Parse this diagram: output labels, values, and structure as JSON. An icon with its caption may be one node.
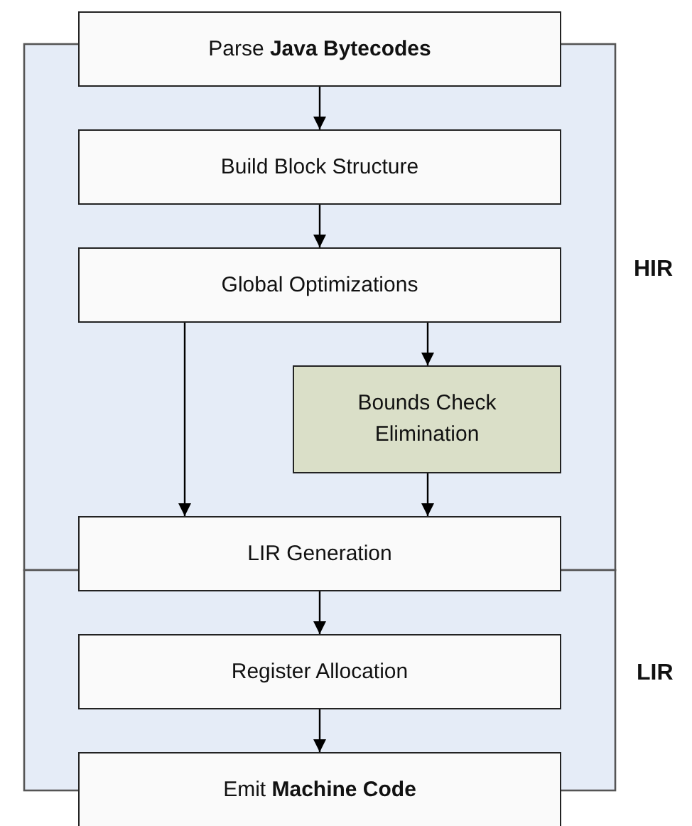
{
  "diagram": {
    "nodes": [
      {
        "text": [
          "Parse **Java Bytecodes**"
        ]
      },
      {
        "text": [
          "Build Block Structure"
        ]
      },
      {
        "text": [
          "Global Optimizations"
        ]
      },
      {
        "text": [
          "Bounds Check Elimination"
        ]
      },
      {
        "text": [
          "LIR Generation"
        ]
      },
      {
        "text": [
          "Register Allocation"
        ]
      },
      {
        "text": [
          "Emit **Machine Code**"
        ]
      }
    ],
    "edges": [
      {
        "from": 0,
        "to": 1,
        "arrow": "to"
      },
      {
        "from": 1,
        "to": 2,
        "arrow": "to"
      },
      {
        "from": 2,
        "to": 4,
        "arrow": "to"
      },
      {
        "from": 2,
        "to": 3,
        "arrow": "to"
      },
      {
        "from": 3,
        "to": 4,
        "arrow": "to"
      },
      {
        "from": 4,
        "to": 5,
        "arrow": "to"
      },
      {
        "from": 5,
        "to": 6,
        "arrow": "to"
      }
    ],
    "labels": [
      "HIR",
      "LIR"
    ]
  }
}
